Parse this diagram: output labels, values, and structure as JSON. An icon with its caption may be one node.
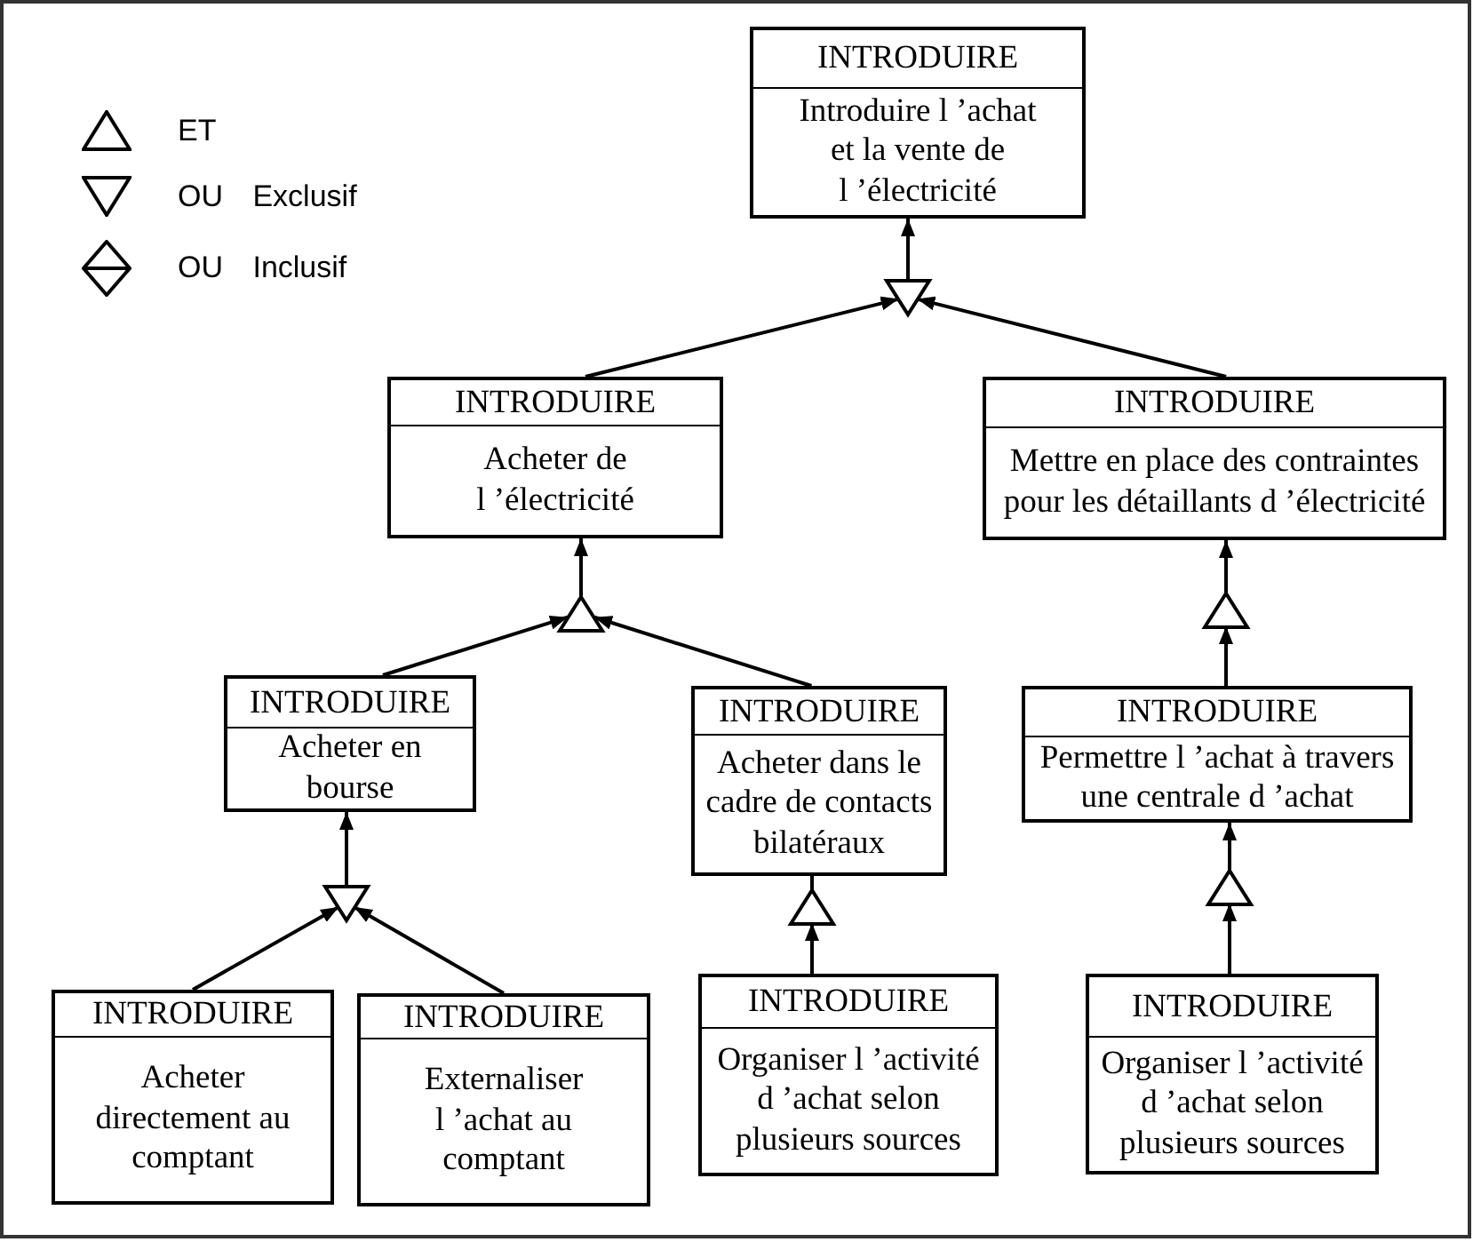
{
  "diagram": {
    "nodes": [
      {
        "text": [
          "INTRODUIRE",
          "Introduire l ’achat et la vente de l ’électricité"
        ]
      },
      {
        "text": [],
        "shape": "inverted-triangle"
      },
      {
        "text": [
          "INTRODUIRE",
          "Acheter de l ’électricité"
        ]
      },
      {
        "text": [
          "INTRODUIRE",
          "Mettre en place des contraintes pour les détaillants d ’électricité"
        ]
      },
      {
        "text": [],
        "shape": "triangle"
      },
      {
        "text": [],
        "shape": "triangle"
      },
      {
        "text": [
          "INTRODUIRE",
          "Acheter en bourse"
        ]
      },
      {
        "text": [
          "INTRODUIRE",
          "Acheter dans le cadre de contacts bilatéraux"
        ]
      },
      {
        "text": [
          "INTRODUIRE",
          "Permettre l ’achat à travers une centrale d ’achat"
        ]
      },
      {
        "text": [],
        "shape": "inverted-triangle"
      },
      {
        "text": [],
        "shape": "triangle"
      },
      {
        "text": [],
        "shape": "triangle"
      },
      {
        "text": [
          "INTRODUIRE",
          "Acheter directement au comptant"
        ]
      },
      {
        "text": [
          "INTRODUIRE",
          "Externaliser l ’achat au comptant"
        ]
      },
      {
        "text": [
          "INTRODUIRE",
          "Organiser l ’activité d ’achat selon plusieurs sources"
        ]
      },
      {
        "text": [
          "INTRODUIRE",
          "Organiser l ’activité d ’achat selon plusieurs sources"
        ]
      }
    ],
    "edges": [
      {
        "from": 1,
        "to": 0,
        "arrow": "to"
      },
      {
        "from": 2,
        "to": 1,
        "arrow": "to"
      },
      {
        "from": 3,
        "to": 1,
        "arrow": "to"
      },
      {
        "from": 4,
        "to": 2,
        "arrow": "to"
      },
      {
        "from": 6,
        "to": 4,
        "arrow": "to"
      },
      {
        "from": 7,
        "to": 4,
        "arrow": "to"
      },
      {
        "from": 5,
        "to": 3,
        "arrow": "to"
      },
      {
        "from": 8,
        "to": 5,
        "arrow": "to"
      },
      {
        "from": 9,
        "to": 6,
        "arrow": "to"
      },
      {
        "from": 12,
        "to": 9,
        "arrow": "to"
      },
      {
        "from": 13,
        "to": 9,
        "arrow": "to"
      },
      {
        "from": 10,
        "to": 7,
        "arrow": "none"
      },
      {
        "from": 14,
        "to": 10,
        "arrow": "to"
      },
      {
        "from": 11,
        "to": 8,
        "arrow": "to"
      },
      {
        "from": 15,
        "to": 11,
        "arrow": "to"
      }
    ],
    "legend": [
      {
        "text": "ET"
      },
      {
        "text": "OU Exclusif"
      },
      {
        "text": "OU Inclusif"
      }
    ]
  }
}
